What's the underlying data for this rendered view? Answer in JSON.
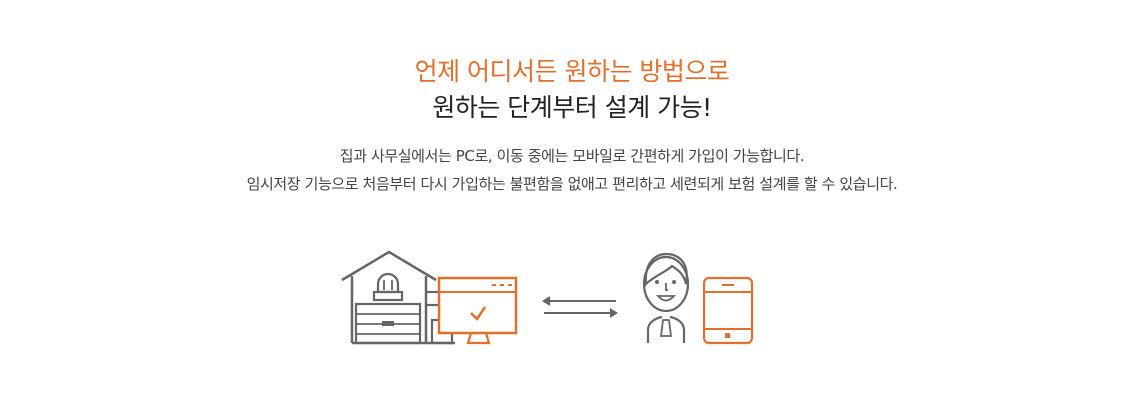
{
  "headline": {
    "line1": "언제 어디서든 원하는 방법으로",
    "line2": "원하는 단계부터 설계 가능!"
  },
  "description": {
    "line1": "집과 사무실에서는 PC로, 이동 중에는 모바일로 간편하게 가입이 가능합니다.",
    "line2": "임시저장 기능으로 처음부터 다시 가입하는 불편함을 없애고 편리하고 세련되게 보험 설계를 할 수 있습니다."
  },
  "icons": {
    "home_office_pc": "house-with-monitor-checkmark-icon",
    "sync_arrows": "bidirectional-arrows-icon",
    "mobile_user": "person-icon",
    "tablet": "tablet-icon"
  },
  "colors": {
    "accent": "#e2702c",
    "line_gray": "#666666",
    "text_dark": "#222222",
    "text_body": "#444444"
  }
}
